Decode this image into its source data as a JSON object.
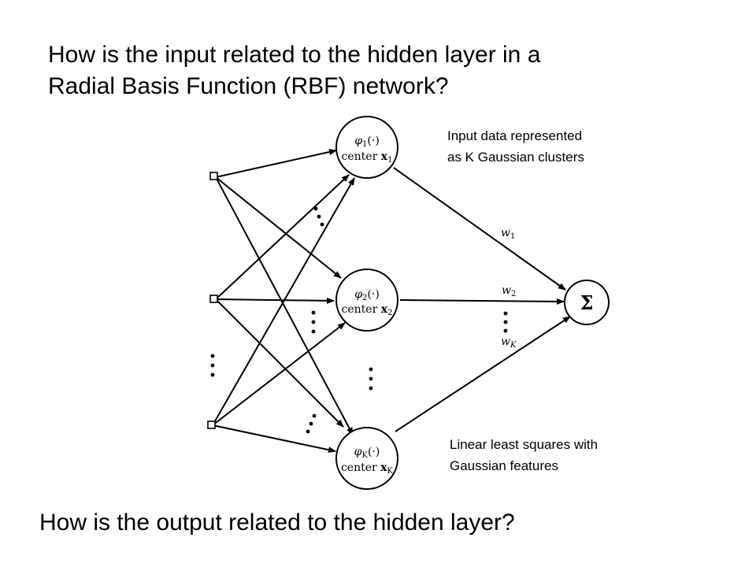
{
  "question_input": {
    "line1": "How is the input related to the hidden layer in a",
    "line2": "Radial Basis Function (RBF) network?"
  },
  "question_output": "How is the output related to the hidden layer?",
  "annotations": {
    "hidden_note": [
      "Input data represented",
      "as K Gaussian clusters"
    ],
    "output_note": [
      "Linear least squares with",
      "Gaussian features"
    ]
  },
  "network": {
    "hidden_units": [
      {
        "phi": "φ",
        "sub": "1",
        "arg": "(·)",
        "center_prefix": "center ",
        "center_var": "x",
        "center_sub": "1"
      },
      {
        "phi": "φ",
        "sub": "2",
        "arg": "(·)",
        "center_prefix": "center ",
        "center_var": "x",
        "center_sub": "2"
      },
      {
        "phi": "φ",
        "sub": "K",
        "arg": "(·)",
        "center_prefix": "center ",
        "center_var": "x",
        "center_sub": "K"
      }
    ],
    "weights": [
      {
        "var": "w",
        "sub": "1"
      },
      {
        "var": "w",
        "sub": "2"
      },
      {
        "var": "w",
        "sub": "K"
      }
    ],
    "output_symbol": "Σ",
    "input_count_shown": 3
  },
  "colors": {
    "background": "#ffffff",
    "ink": "#000000"
  }
}
